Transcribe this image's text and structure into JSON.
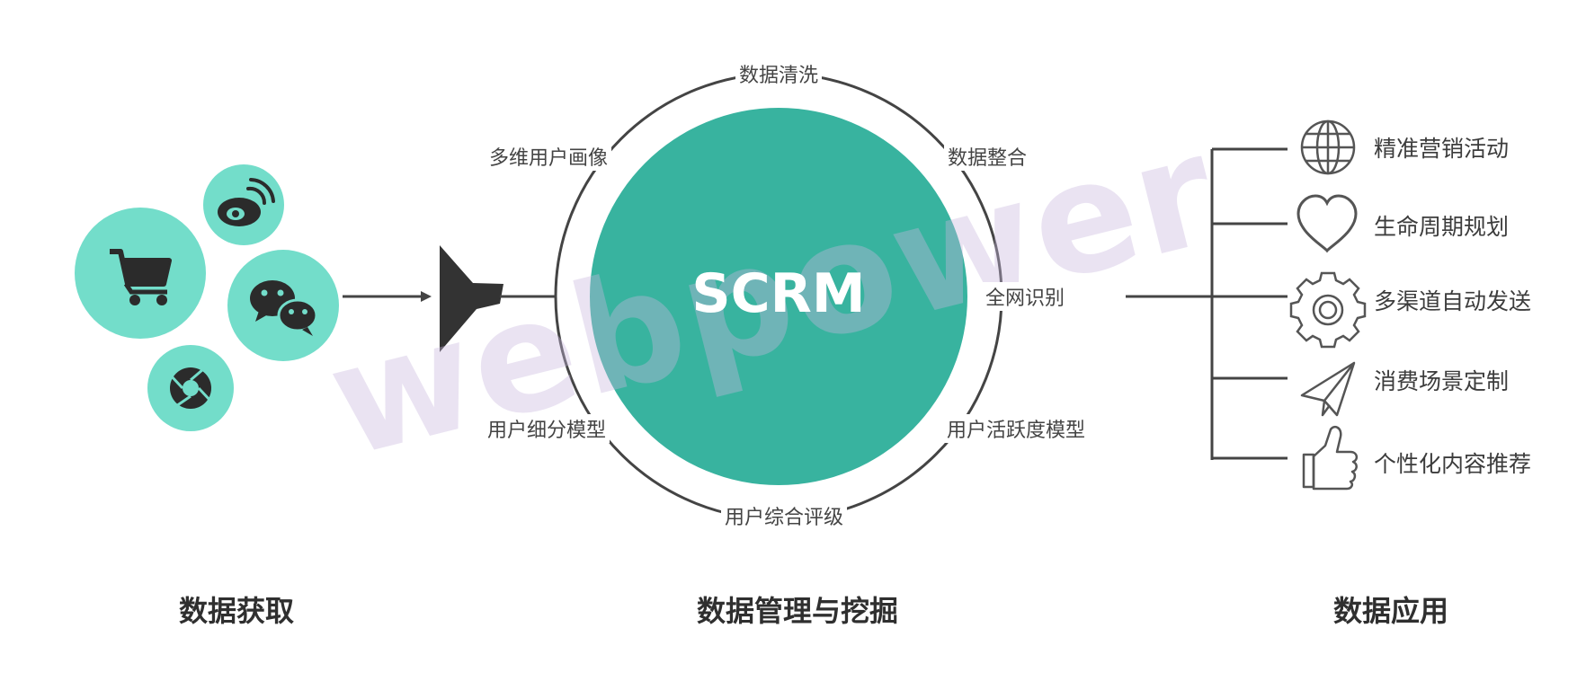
{
  "watermark": "webpower",
  "center_label": "SCRM",
  "ring_items": [
    {
      "label": "数据清洗"
    },
    {
      "label": "数据整合"
    },
    {
      "label": "全网识别"
    },
    {
      "label": "用户活跃度模型"
    },
    {
      "label": "用户综合评级"
    },
    {
      "label": "用户细分模型"
    },
    {
      "label": "多维用户画像"
    }
  ],
  "sources": [
    {
      "icon": "shopping-cart-icon"
    },
    {
      "icon": "weibo-icon"
    },
    {
      "icon": "wechat-icon"
    },
    {
      "icon": "camera-aperture-icon"
    }
  ],
  "applications": [
    {
      "icon": "globe-icon",
      "label": "精准营销活动"
    },
    {
      "icon": "heart-icon",
      "label": "生命周期规划"
    },
    {
      "icon": "gear-icon",
      "label": "多渠道自动发送"
    },
    {
      "icon": "paper-plane-icon",
      "label": "消费场景定制"
    },
    {
      "icon": "thumbs-up-icon",
      "label": "个性化内容推荐"
    }
  ],
  "sections": {
    "acquisition": "数据获取",
    "management": "数据管理与挖掘",
    "application": "数据应用"
  },
  "colors": {
    "source_circle": "#73ddca",
    "core_circle": "#38b39f",
    "line": "#444444",
    "icon_gray": "#555555"
  }
}
